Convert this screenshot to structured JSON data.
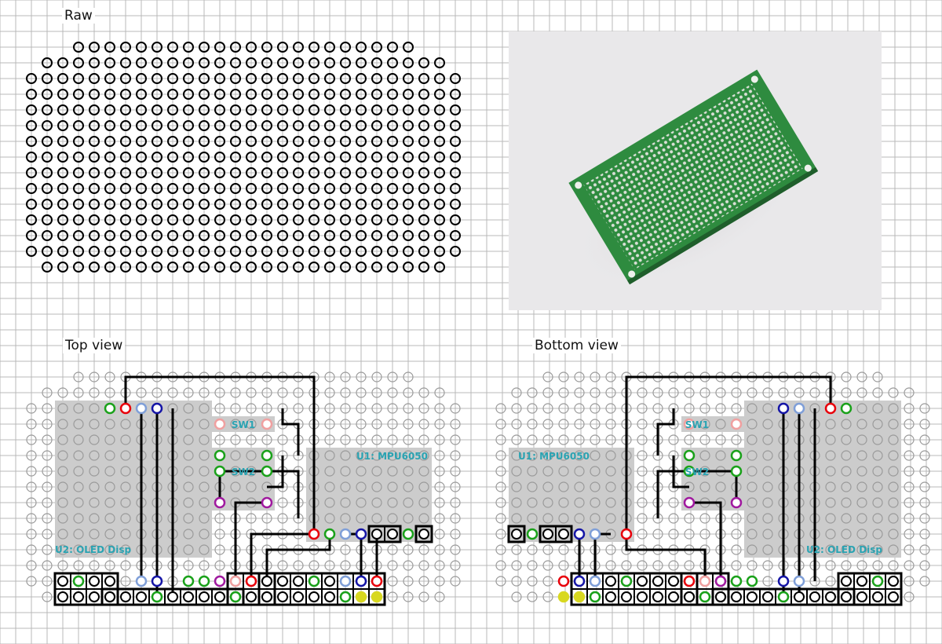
{
  "headings": {
    "raw": "Raw",
    "top": "Top view",
    "bottom": "Bottom view"
  },
  "labels": {
    "sw1": "SW1",
    "sw2": "SW2",
    "u1": "U1: MPU6050",
    "u2": "U2: OLED Disp"
  },
  "colors": {
    "grid": "#b9b9b9",
    "hole": "#000000",
    "hole_faint": "#9a9a9a",
    "component_fill": "#cccccc",
    "label": "#2aa3b2",
    "trace": "#000000",
    "red": "#e8000b",
    "green": "#1aa11a",
    "blue": "#1515a6",
    "light_blue": "#7f9fd8",
    "purple": "#a0199f",
    "pink": "#f0a0a0",
    "yellow": "#d8d820",
    "pcb_green": "#2e8b3f",
    "photo_bg": "#e9e8ea"
  }
}
